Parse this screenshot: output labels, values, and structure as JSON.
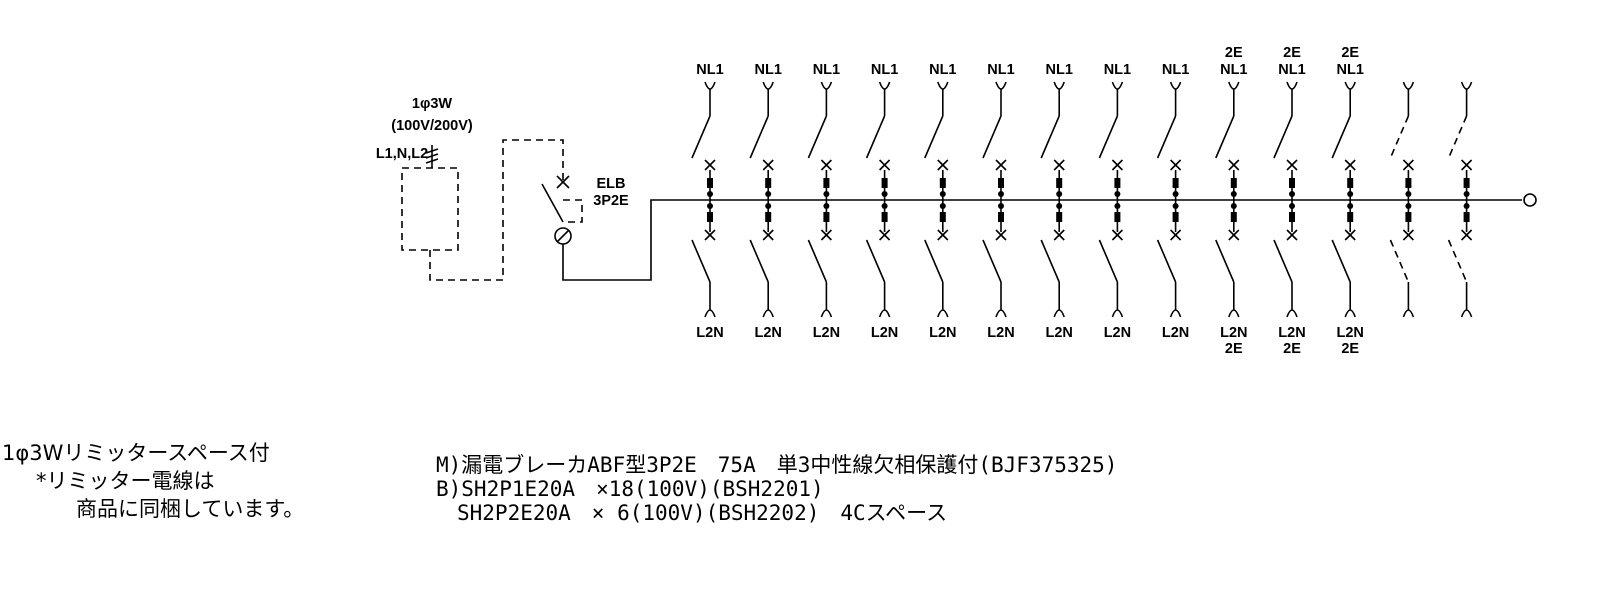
{
  "supply": {
    "phase": "1φ3W",
    "voltage": "(100V/200V)",
    "wires": "L1,N,L2"
  },
  "main_breaker": {
    "type_line1": "ELB",
    "type_line2": "3P2E"
  },
  "branches": [
    {
      "top": [
        "NL1"
      ],
      "bottom": [
        "L2N"
      ],
      "space": false
    },
    {
      "top": [
        "NL1"
      ],
      "bottom": [
        "L2N"
      ],
      "space": false
    },
    {
      "top": [
        "NL1"
      ],
      "bottom": [
        "L2N"
      ],
      "space": false
    },
    {
      "top": [
        "NL1"
      ],
      "bottom": [
        "L2N"
      ],
      "space": false
    },
    {
      "top": [
        "NL1"
      ],
      "bottom": [
        "L2N"
      ],
      "space": false
    },
    {
      "top": [
        "NL1"
      ],
      "bottom": [
        "L2N"
      ],
      "space": false
    },
    {
      "top": [
        "NL1"
      ],
      "bottom": [
        "L2N"
      ],
      "space": false
    },
    {
      "top": [
        "NL1"
      ],
      "bottom": [
        "L2N"
      ],
      "space": false
    },
    {
      "top": [
        "NL1"
      ],
      "bottom": [
        "L2N"
      ],
      "space": false
    },
    {
      "top": [
        "2E",
        "NL1"
      ],
      "bottom": [
        "L2N",
        "2E"
      ],
      "space": false
    },
    {
      "top": [
        "2E",
        "NL1"
      ],
      "bottom": [
        "L2N",
        "2E"
      ],
      "space": false
    },
    {
      "top": [
        "2E",
        "NL1"
      ],
      "bottom": [
        "L2N",
        "2E"
      ],
      "space": false
    },
    {
      "top": [],
      "bottom": [],
      "space": true
    },
    {
      "top": [],
      "bottom": [],
      "space": true
    }
  ],
  "notes_left": {
    "line1": "1φ3Wリミッタースペース付",
    "line2": "*リミッター電線は",
    "line3": "商品に同梱しています。"
  },
  "spec": {
    "line1": "M)漏電ブレーカABF型3P2E　75A　単3中性線欠相保護付(BJF375325)",
    "line2": "B)SH2P1E20A　×18(100V)(BSH2201)",
    "line3": "　SH2P2E20A　× 6(100V)(BSH2202)　4Cスペース"
  }
}
